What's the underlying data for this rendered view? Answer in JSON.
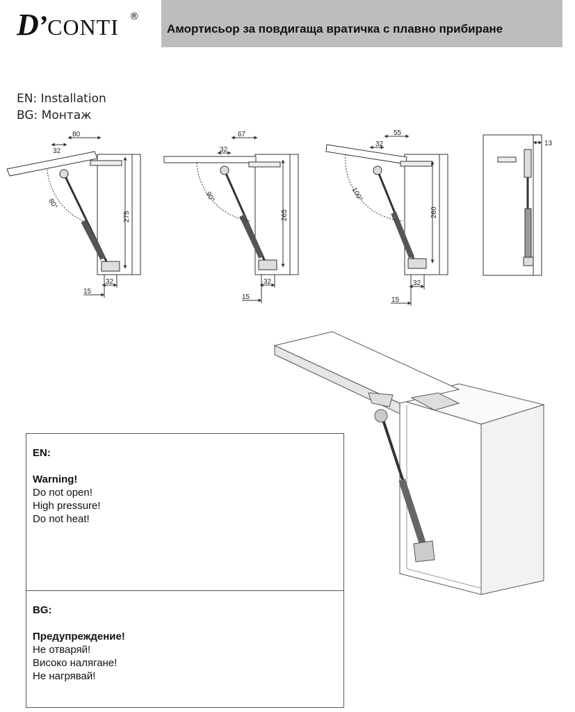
{
  "header": {
    "logo_main": "D",
    "logo_apostrophe": "’",
    "logo_sub": "CONTI",
    "logo_reg": "®",
    "title": "Амортисьор за повдигаща вратичка с плавно прибиране"
  },
  "installation": {
    "en": "EN: Installation",
    "bg": "BG: Монтаж"
  },
  "diagrams": [
    {
      "angle": "80°",
      "top_dim": "80",
      "hinge_dim": "32",
      "height_dim": "275",
      "bottom_dim": "32",
      "offset_dim": "15"
    },
    {
      "angle": "90°",
      "top_dim": "67",
      "hinge_dim": "32",
      "height_dim": "265",
      "bottom_dim": "32",
      "offset_dim": "15"
    },
    {
      "angle": "100°",
      "top_dim": "55",
      "hinge_dim": "32",
      "height_dim": "260",
      "bottom_dim": "32",
      "offset_dim": "15"
    },
    {
      "side_dim": "13"
    }
  ],
  "warnings": {
    "en": {
      "lang": "EN:",
      "title": "Warning!",
      "lines": [
        "Do not open!",
        "High pressure!",
        "Do not heat!"
      ]
    },
    "bg": {
      "lang": "BG:",
      "title": "Предупреждение!",
      "lines": [
        "Не отваряй!",
        "Високо налягане!",
        "Не нагрявай!"
      ]
    }
  },
  "colors": {
    "header_bar": "#bdbdbd",
    "line": "#333333",
    "dim_arrow": "#2a3f8f"
  }
}
